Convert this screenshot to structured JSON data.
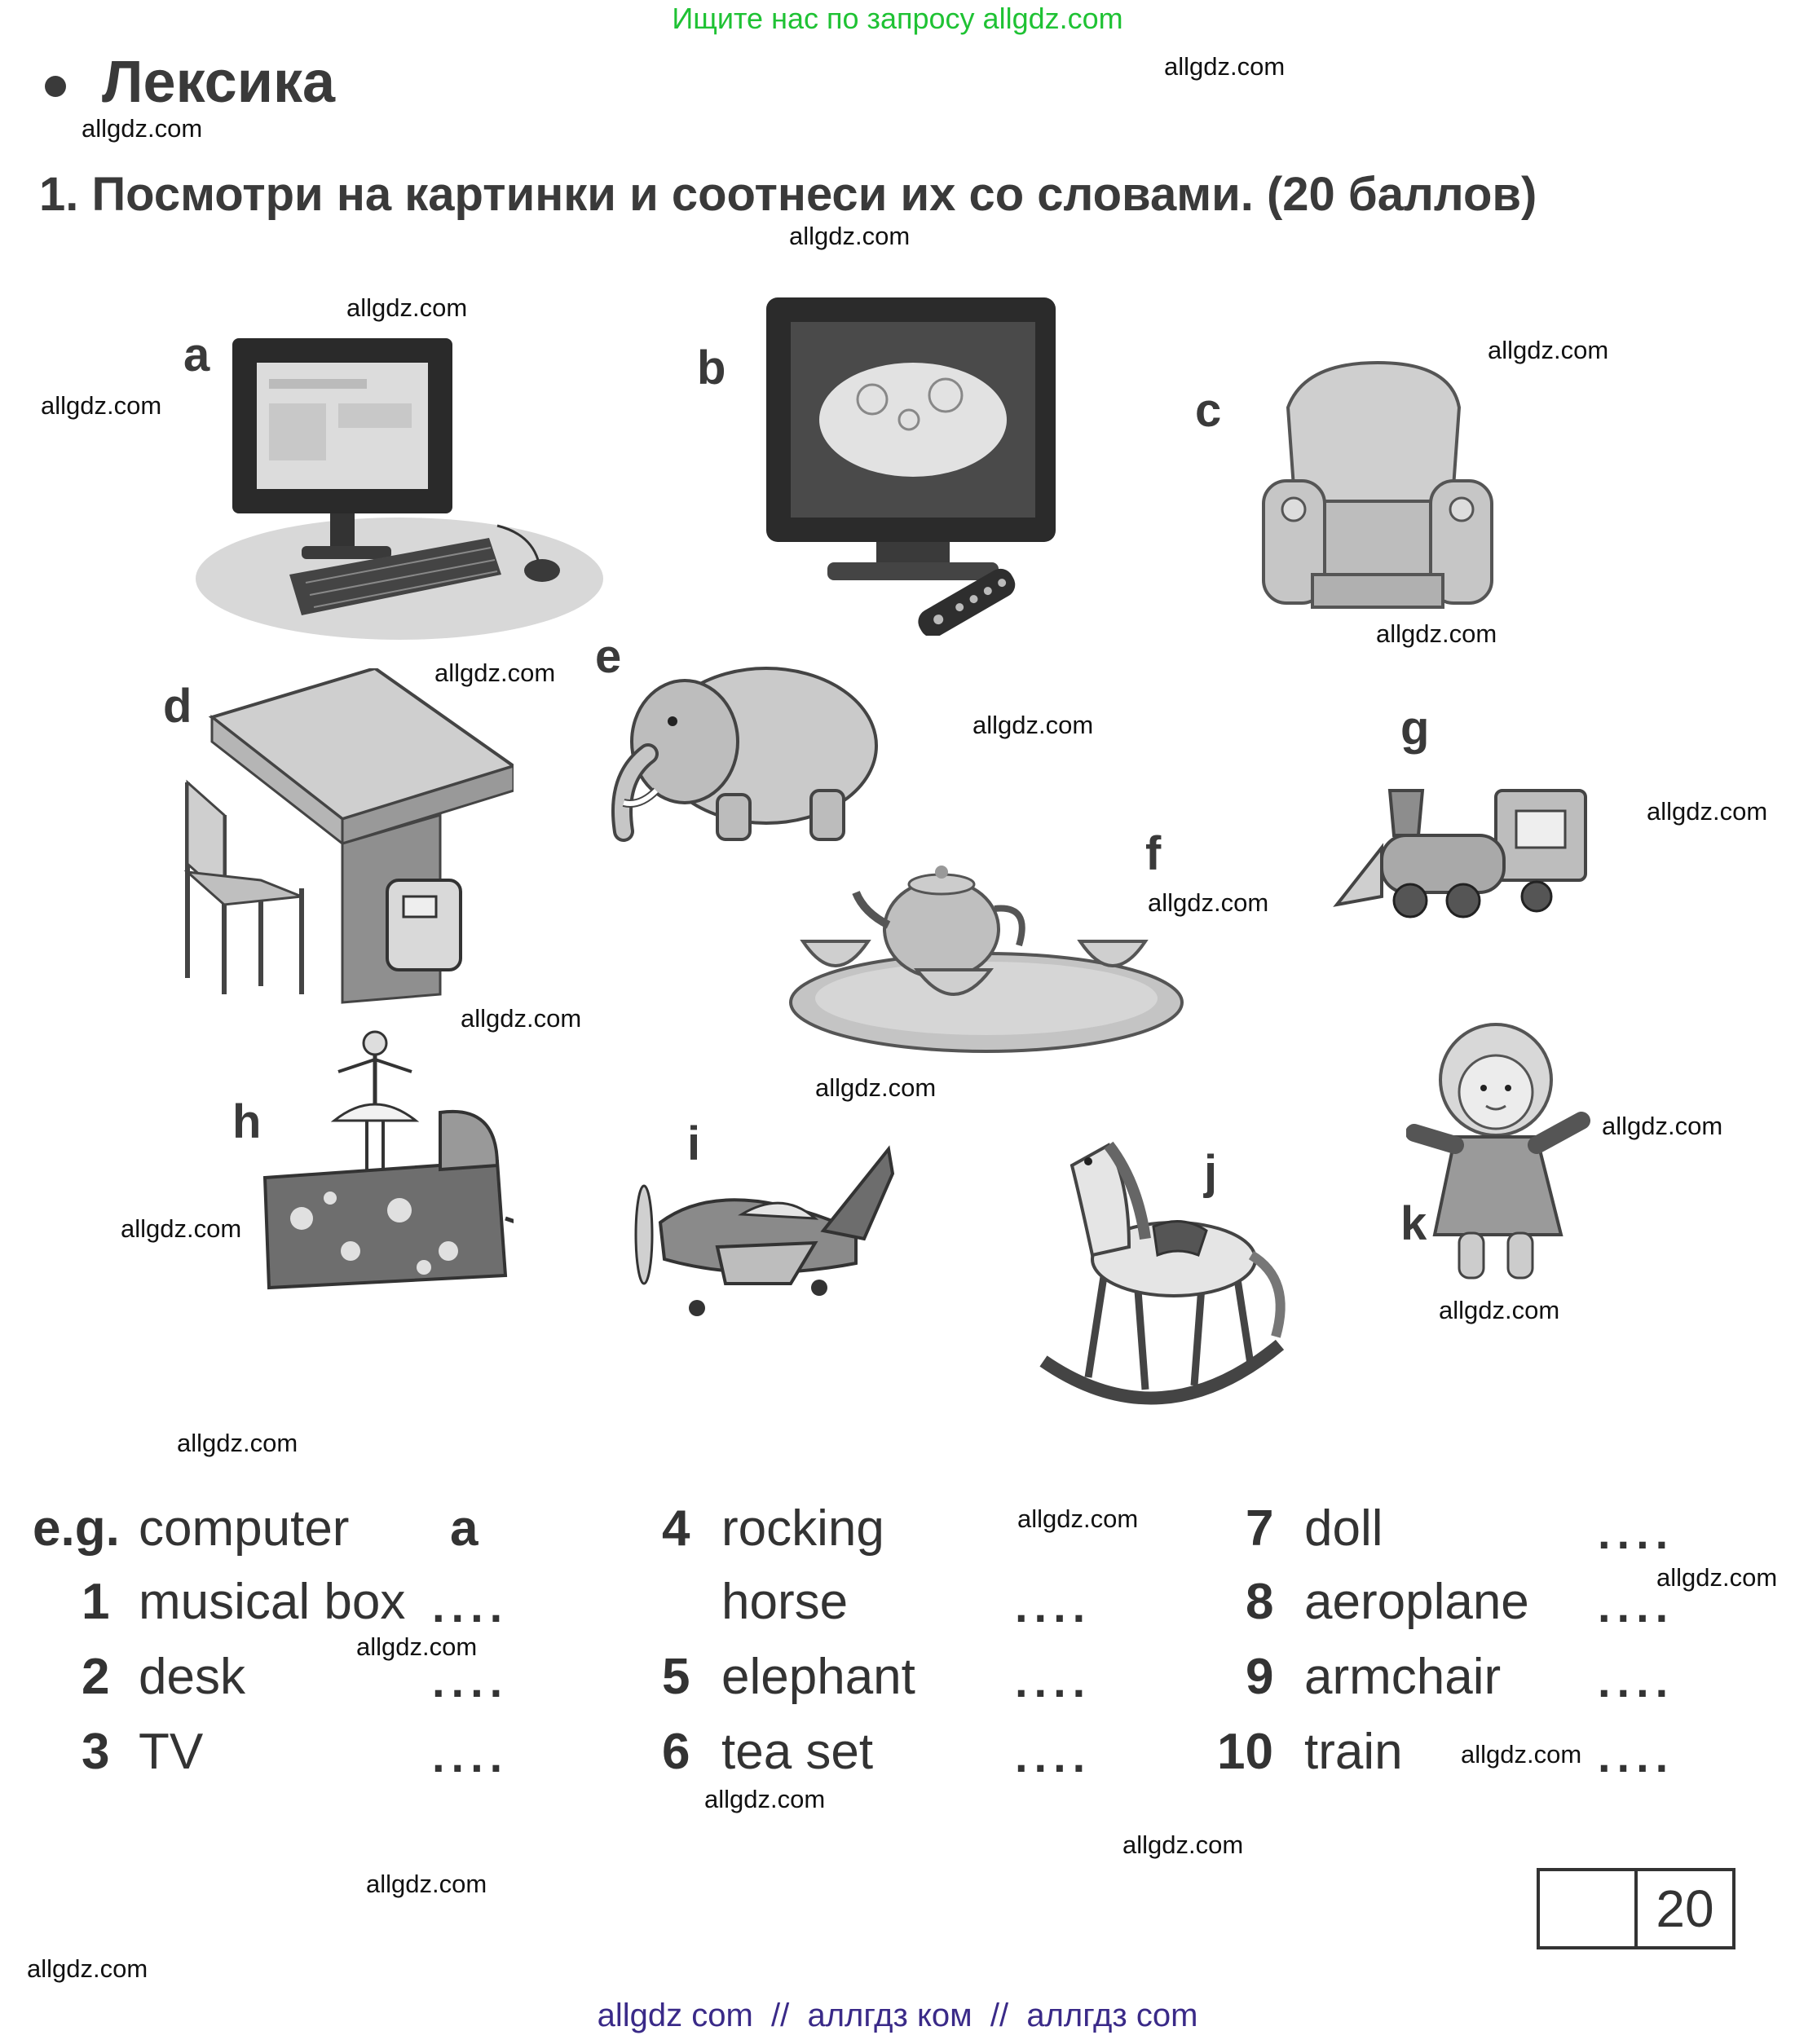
{
  "banner": "Ищите нас по запросу allgdz.com",
  "section_title": "Лексика",
  "task_title": "1. Посмотри на картинки и соотнеси их со словами. (20 баллов)",
  "watermark": "allgdz.com",
  "pictures": [
    {
      "letter": "a",
      "icon": "computer-icon"
    },
    {
      "letter": "b",
      "icon": "tv-icon"
    },
    {
      "letter": "c",
      "icon": "armchair-icon"
    },
    {
      "letter": "d",
      "icon": "desk-icon"
    },
    {
      "letter": "e",
      "icon": "elephant-icon"
    },
    {
      "letter": "f",
      "icon": "tea-set-icon"
    },
    {
      "letter": "g",
      "icon": "train-icon"
    },
    {
      "letter": "h",
      "icon": "musical-box-icon"
    },
    {
      "letter": "i",
      "icon": "aeroplane-icon"
    },
    {
      "letter": "j",
      "icon": "rocking-horse-icon"
    },
    {
      "letter": "k",
      "icon": "doll-icon"
    }
  ],
  "example": {
    "label": "e.g.",
    "word": "computer",
    "answer": "a"
  },
  "items": [
    {
      "num": "1",
      "word": "musical box",
      "blank": "...."
    },
    {
      "num": "2",
      "word": "desk",
      "blank": "...."
    },
    {
      "num": "3",
      "word": "TV",
      "blank": "...."
    },
    {
      "num": "4",
      "word": "rocking",
      "word2": "horse",
      "blank": "...."
    },
    {
      "num": "5",
      "word": "elephant",
      "blank": "...."
    },
    {
      "num": "6",
      "word": "tea set",
      "blank": "...."
    },
    {
      "num": "7",
      "word": "doll",
      "blank": "...."
    },
    {
      "num": "8",
      "word": "aeroplane",
      "blank": "...."
    },
    {
      "num": "9",
      "word": "armchair",
      "blank": "...."
    },
    {
      "num": "10",
      "word": "train",
      "blank": "...."
    }
  ],
  "score_max": "20",
  "footer": "allgdz com  //  аллгдз ком  //  аллгдз com"
}
